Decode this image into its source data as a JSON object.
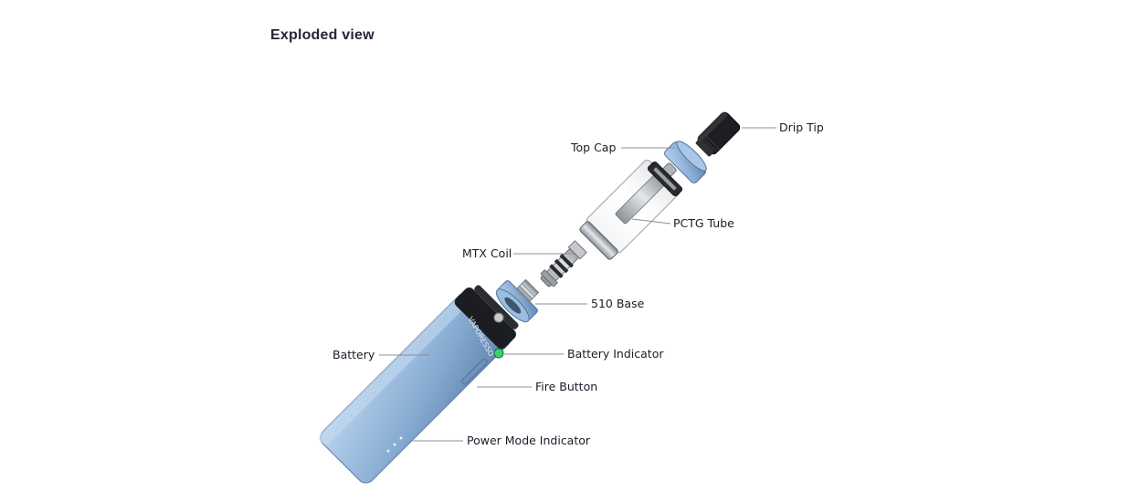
{
  "heading": "Exploded view",
  "labels": {
    "drip_tip": "Drip Tip",
    "top_cap": "Top Cap",
    "pctg_tube": "PCTG Tube",
    "mtx_coil": "MTX Coil",
    "base_510": "510 Base",
    "battery": "Battery",
    "battery_indicator": "Battery Indicator",
    "fire_button": "Fire Button",
    "power_mode_indicator": "Power Mode Indicator"
  },
  "brand_mark": "VAPORESSO",
  "colors": {
    "body_blue": "#8fb3d9",
    "metal": "#b9bdc2",
    "black": "#1b1b1d",
    "indicator_green": "#3bd16f"
  }
}
